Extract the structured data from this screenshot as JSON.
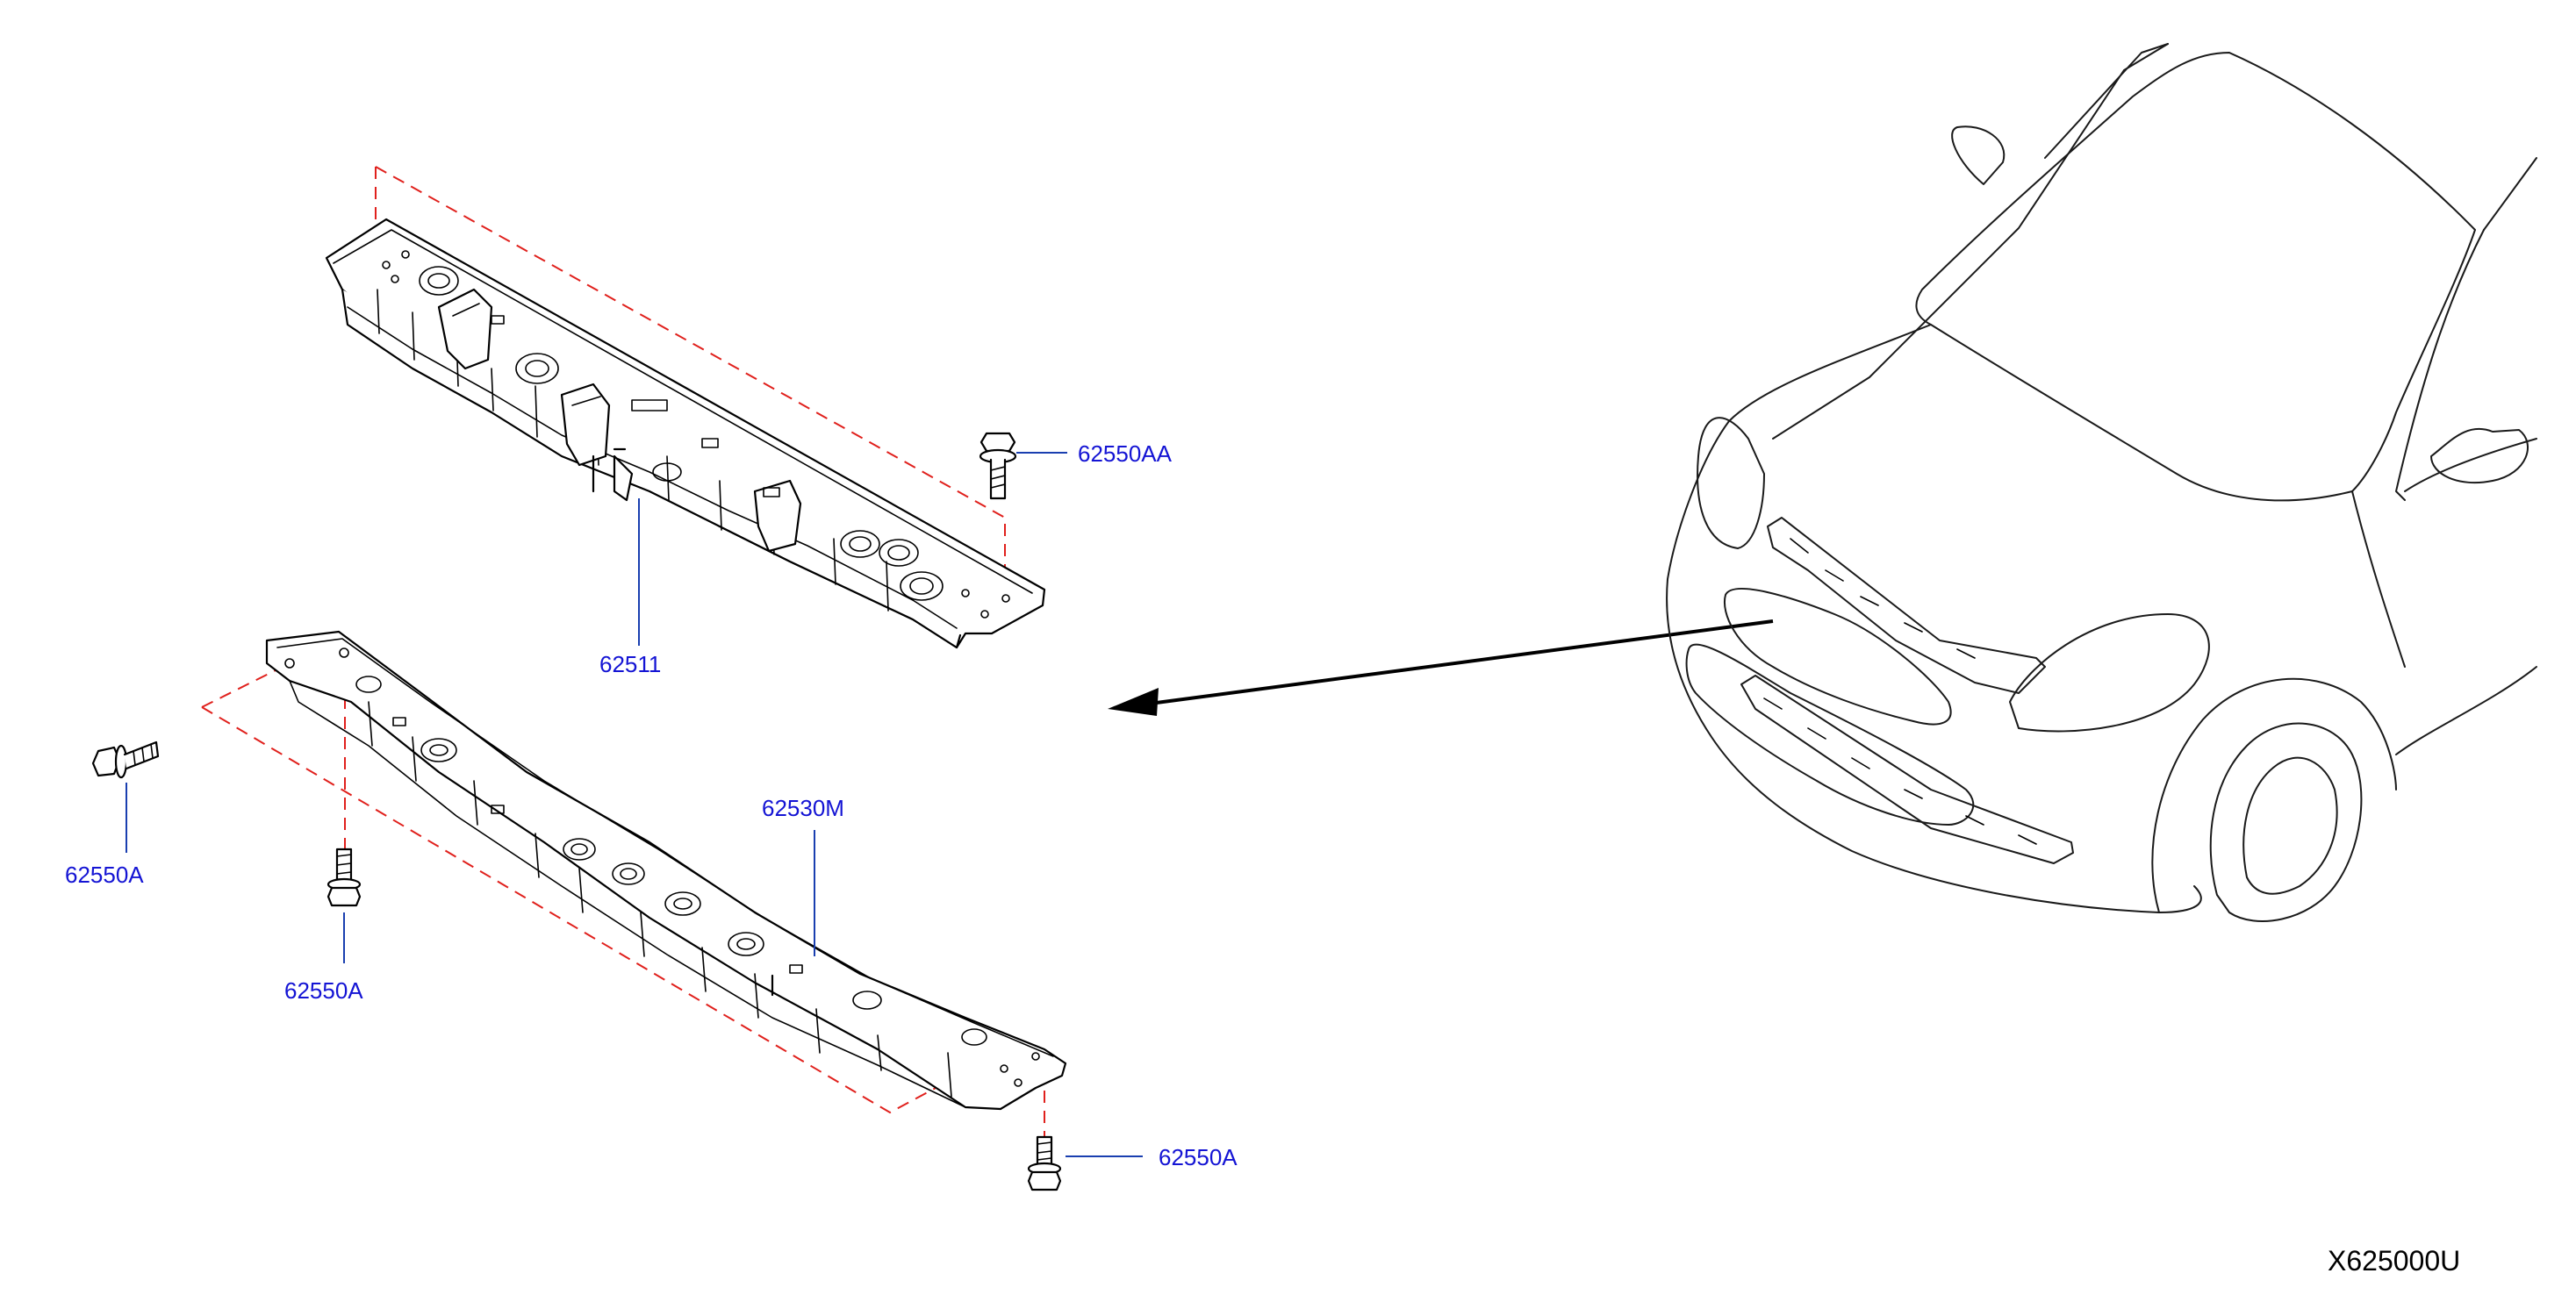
{
  "diagram": {
    "catalog_code": "X625000U",
    "colors": {
      "label": "#1414d4",
      "leader": "#1a3fb0",
      "dashed": "#e0201c",
      "line": "#000000"
    },
    "callouts": [
      {
        "id": "upper_support",
        "part_number": "62511"
      },
      {
        "id": "upper_bolt",
        "part_number": "62550AA"
      },
      {
        "id": "lower_support",
        "part_number": "62530M"
      },
      {
        "id": "lower_bolt_left",
        "part_number": "62550A"
      },
      {
        "id": "lower_bolt_mid",
        "part_number": "62550A"
      },
      {
        "id": "lower_bolt_right",
        "part_number": "62550A"
      }
    ]
  }
}
